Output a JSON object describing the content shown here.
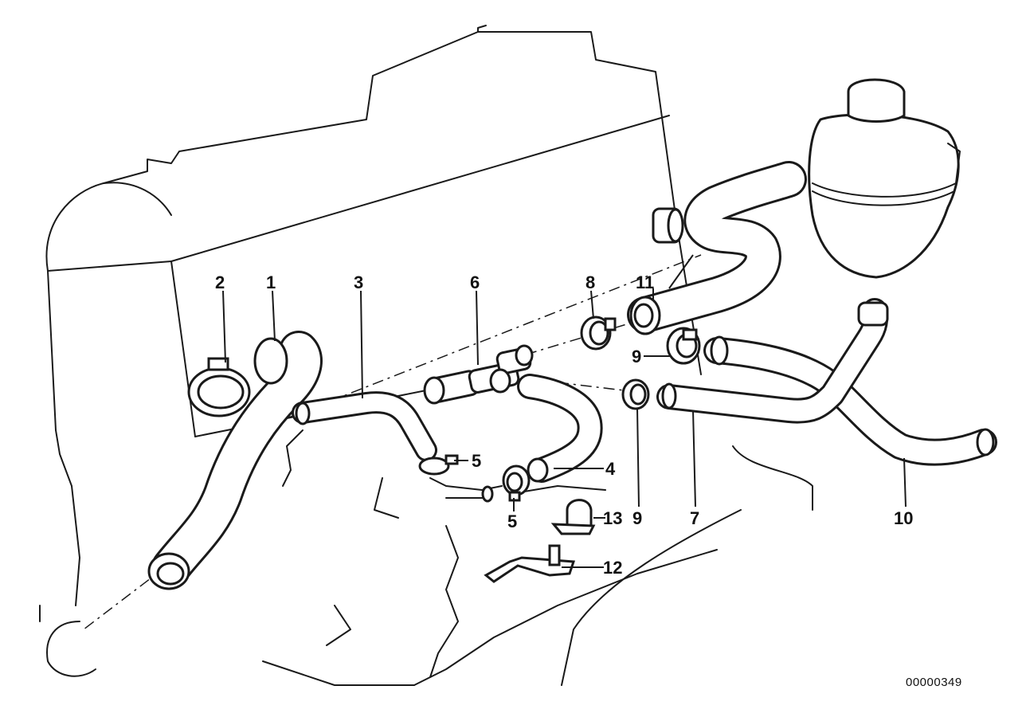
{
  "diagram": {
    "reference_number": "00000349",
    "callouts": [
      {
        "id": "c1",
        "label": "1"
      },
      {
        "id": "c2",
        "label": "2"
      },
      {
        "id": "c3",
        "label": "3"
      },
      {
        "id": "c4",
        "label": "4"
      },
      {
        "id": "c5a",
        "label": "5"
      },
      {
        "id": "c5b",
        "label": "5"
      },
      {
        "id": "c6",
        "label": "6"
      },
      {
        "id": "c7",
        "label": "7"
      },
      {
        "id": "c8",
        "label": "8"
      },
      {
        "id": "c9a",
        "label": "9"
      },
      {
        "id": "c9b",
        "label": "9"
      },
      {
        "id": "c10",
        "label": "10"
      },
      {
        "id": "c11",
        "label": "11"
      },
      {
        "id": "c12",
        "label": "12"
      },
      {
        "id": "c13",
        "label": "13"
      }
    ]
  }
}
